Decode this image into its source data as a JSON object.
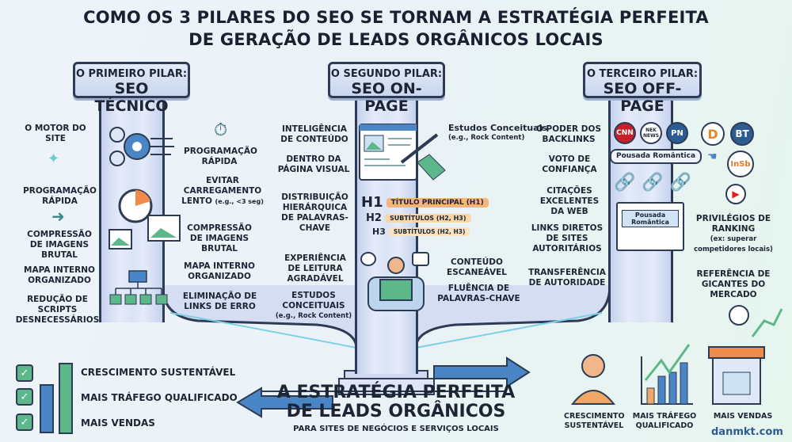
{
  "title": {
    "line1": "COMO OS 3 PILARES DO SEO SE TORNAM A ESTRATÉGIA PERFEITA",
    "line2": "DE GERAÇÃO DE LEADS ORGÂNICOS LOCAIS"
  },
  "pillars": [
    {
      "subtitle": "O PRIMEIRO PILAR:",
      "name": "SEO TÉCNICO",
      "left": [
        "O MOTOR DO SITE",
        "PROGRAMAÇÃO RÁPIDA",
        "COMPRESSÃO DE IMAGENS BRUTAL",
        "MAPA INTERNO ORGANIZADO",
        "REDUÇÃO DE SCRIPTS DESNECESSÁRIOS"
      ],
      "right": [
        "PROGRAMAÇÃO RÁPIDA",
        "EVITAR CARREGAMENTO LENTO",
        "(e.g., <3 seg)",
        "COMPRESSÃO DE IMAGENS BRUTAL",
        "MAPA INTERNO ORGANIZADO",
        "ELIMINAÇÃO DE LINKS DE ERRO"
      ]
    },
    {
      "subtitle": "O SEGUNDO PILAR:",
      "name": "SEO ON-PAGE",
      "left": [
        "INTELIGÊNCIA DE CONTEÚDO",
        "DENTRO DA PÁGINA VISUAL",
        "DISTRIBUIÇÃO HIERÁRQUICA DE PALAVRAS-CHAVE",
        "EXPERIÊNCIA DE LEITURA AGRADÁVEL",
        "ESTUDOS CONCEITUAIS",
        "(e.g., Rock Content)"
      ],
      "right": [
        "Estudos Conceituais",
        "(e.g., Rock Content)",
        "CONTEÚDO ESCANEÁVEL",
        "FLUÊNCIA DE PALAVRAS-CHAVE"
      ],
      "headings": [
        {
          "tag": "H1",
          "text": "TÍTULO PRINCIPAL (H1)"
        },
        {
          "tag": "H2",
          "text": "SUBTÍTULOS (H2, H3)"
        },
        {
          "tag": "H3",
          "text": "SUBTÍTULOS (H2, H3)"
        }
      ]
    },
    {
      "subtitle": "O TERCEIRO PILAR:",
      "name": "SEO OFF-PAGE",
      "left": [
        "O PODER DOS BACKLINKS",
        "VOTO DE CONFIANÇA",
        "CITAÇÕES EXCELENTES DA WEB",
        "LINKS DIRETOS DE SITES AUTORITÁRIOS",
        "TRANSFERÊNCIA DE AUTORIDADE"
      ],
      "right": [
        "PRIVILÉGIOS DE RANKING",
        "(ex: superar competidores locais)",
        "REFERÊNCIA DE GICANTES DO MERCADO"
      ],
      "site_label": "Pousada Romântica",
      "logos": [
        "CNN",
        "NEK NEWS",
        "PN",
        "BT",
        "InSb"
      ]
    }
  ],
  "strategy": {
    "line1": "A ESTRATÉGIA PERFEITA",
    "line2": "DE LEADS ORGÂNICOS",
    "subtitle": "PARA SITES DE NEGÓCIOS E SERVIÇOS LOCAIS"
  },
  "benefits_left": [
    "CRESCIMENTO SUSTENTÁVEL",
    "MAIS TRÁFEGO QUALIFICADO",
    "MAIS VENDAS"
  ],
  "benefits_right": [
    "CRESCIMENTO SUSTENTÁVEL",
    "MAIS TRÁFEGO QUALIFICADO",
    "MAIS VENDAS"
  ],
  "brand": "danmkt.com",
  "colors": {
    "outline": "#2d3b55",
    "green": "#5cb88a",
    "blue": "#4a86c5",
    "orange": "#f0a868"
  }
}
